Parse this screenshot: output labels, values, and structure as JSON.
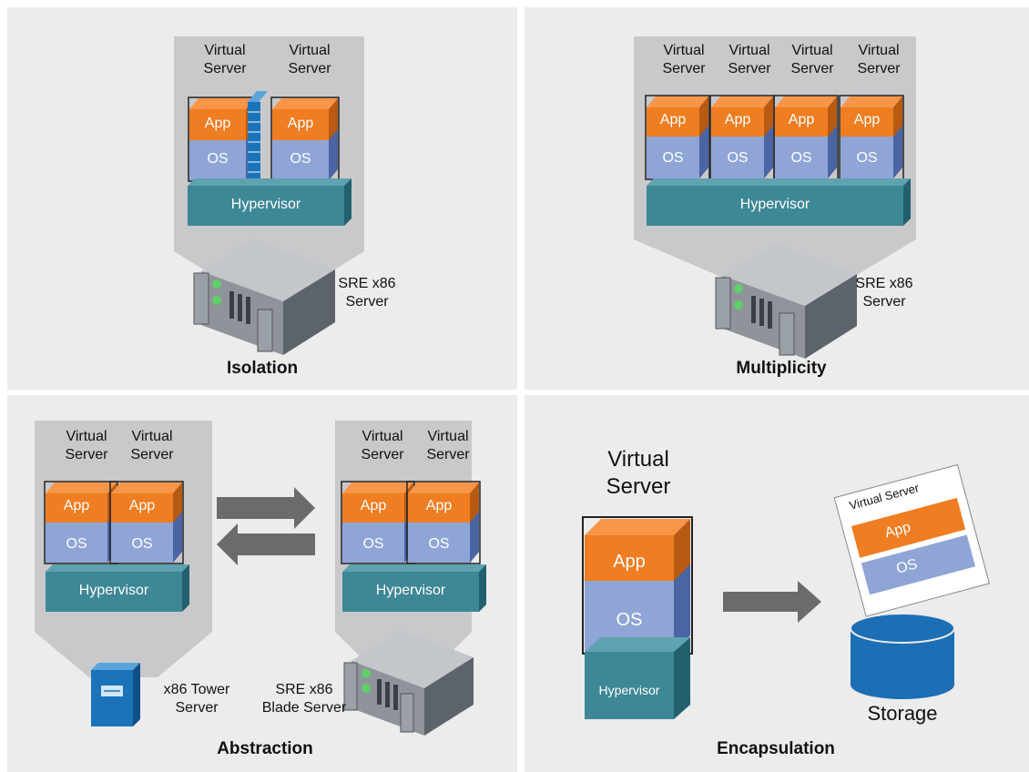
{
  "colors": {
    "panel": "#ececed",
    "shade": "#c9c9cb",
    "app": "#ef7d22",
    "os": "#8ea5d6",
    "hyp": "#3d8796",
    "arrow": "#6b6b6b",
    "storage": "#1c6fb5"
  },
  "isolation": {
    "vs1": "Virtual Server",
    "vs2": "Virtual Server",
    "app1": "App",
    "os1": "OS",
    "app2": "App",
    "os2": "OS",
    "hypervisor": "Hypervisor",
    "server": "SRE x86 Server",
    "title": "Isolation"
  },
  "multiplicity": {
    "vs": [
      "Virtual Server",
      "Virtual Server",
      "Virtual Server",
      "Virtual Server"
    ],
    "app": [
      "App",
      "App",
      "App",
      "App"
    ],
    "os": [
      "OS",
      "OS",
      "OS",
      "OS"
    ],
    "hypervisor": "Hypervisor",
    "server": "SRE x86 Server",
    "title": "Multiplicity"
  },
  "abstraction": {
    "left_vs": [
      "Virtual Server",
      "Virtual Server"
    ],
    "left_app": [
      "App",
      "App"
    ],
    "left_os": [
      "OS",
      "OS"
    ],
    "left_hypervisor": "Hypervisor",
    "right_vs": [
      "Virtual Server",
      "Virtual Server"
    ],
    "right_app": [
      "App",
      "App"
    ],
    "right_os": [
      "OS",
      "OS"
    ],
    "right_hypervisor": "Hypervisor",
    "tower": "x86 Tower Server",
    "blade": "SRE x86 Blade Server",
    "title": "Abstraction"
  },
  "encapsulation": {
    "vs": "Virtual Server",
    "app": "App",
    "os": "OS",
    "hypervisor": "Hypervisor",
    "card_title": "Virtual Server",
    "card_app": "App",
    "card_os": "OS",
    "storage": "Storage",
    "title": "Encapsulation"
  }
}
